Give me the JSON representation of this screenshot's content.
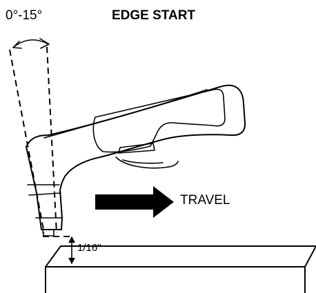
{
  "labels": {
    "angle": "0°-15°",
    "title": "EDGE START",
    "travel": "TRAVEL",
    "gap": "1/16\""
  }
}
